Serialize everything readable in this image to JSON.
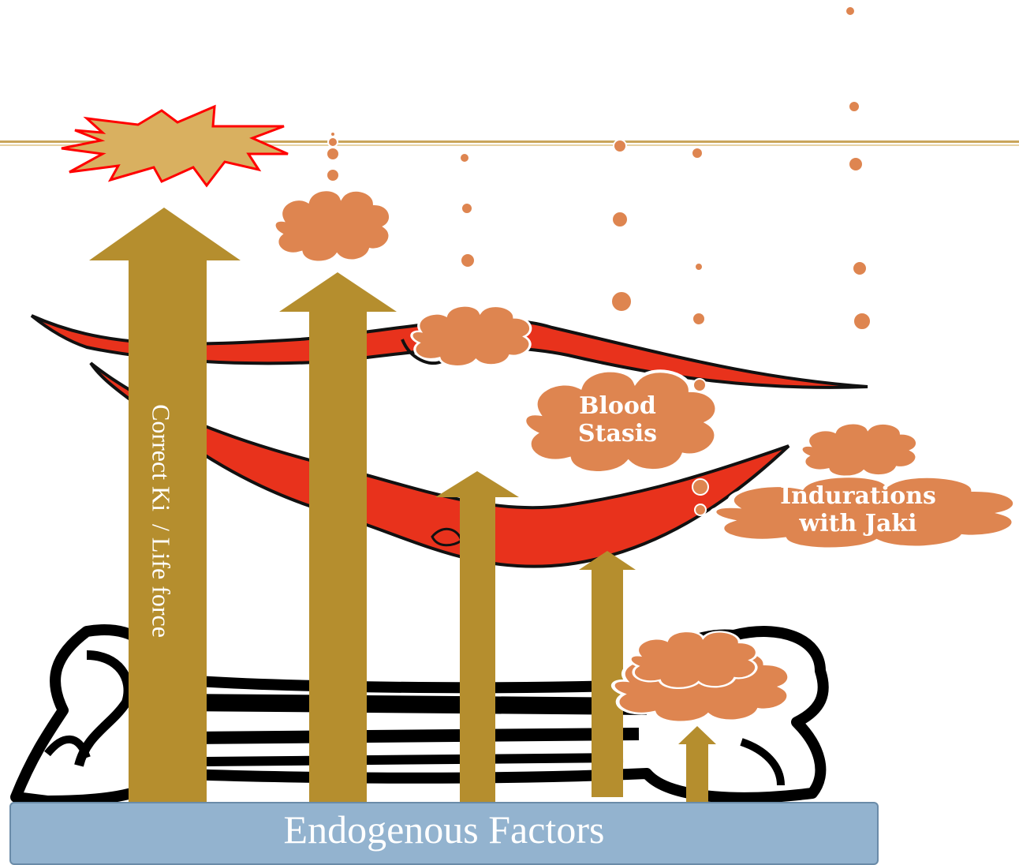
{
  "diagram": {
    "vertical_label": "Correct Ki  / Life force",
    "clouds": {
      "blood_stasis": [
        "Blood",
        "Stasis"
      ],
      "indurations": [
        "Indurations",
        "with Jaki"
      ]
    },
    "footer": "Endogenous Factors"
  },
  "colors": {
    "arrow": "#b58e2e",
    "cloud": "#de8550",
    "vessel": "#e8321c",
    "line": "#c9a55a",
    "footer": "#93b3cf"
  }
}
